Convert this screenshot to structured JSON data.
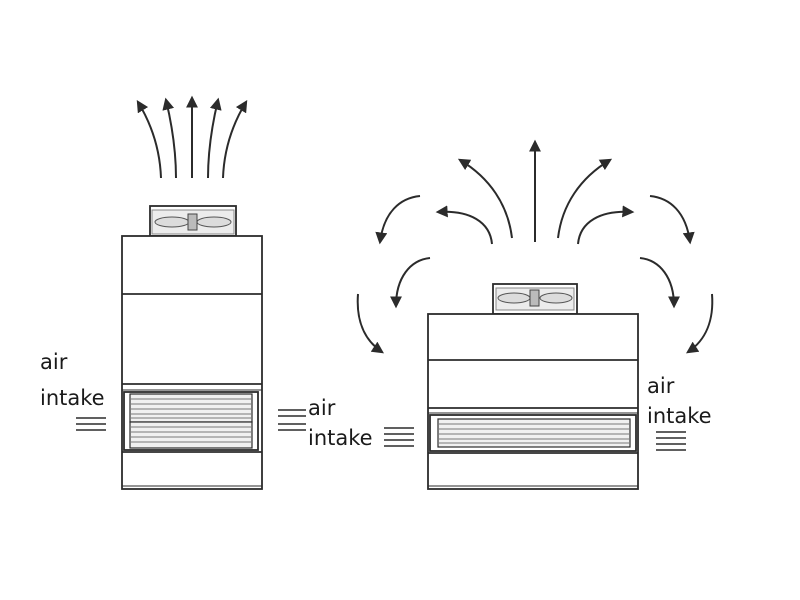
{
  "labels": {
    "left_tower_left_word1": "air",
    "left_tower_left_word2": "intake",
    "left_tower_right_word1": "air",
    "left_tower_right_word2": "intake",
    "right_tower_right_word1": "air",
    "right_tower_right_word2": "intake"
  },
  "colors": {
    "stroke": "#2b2b2b",
    "background": "#ffffff"
  },
  "icons": {
    "fan": "fan-icon",
    "arrow": "arrow-icon"
  }
}
